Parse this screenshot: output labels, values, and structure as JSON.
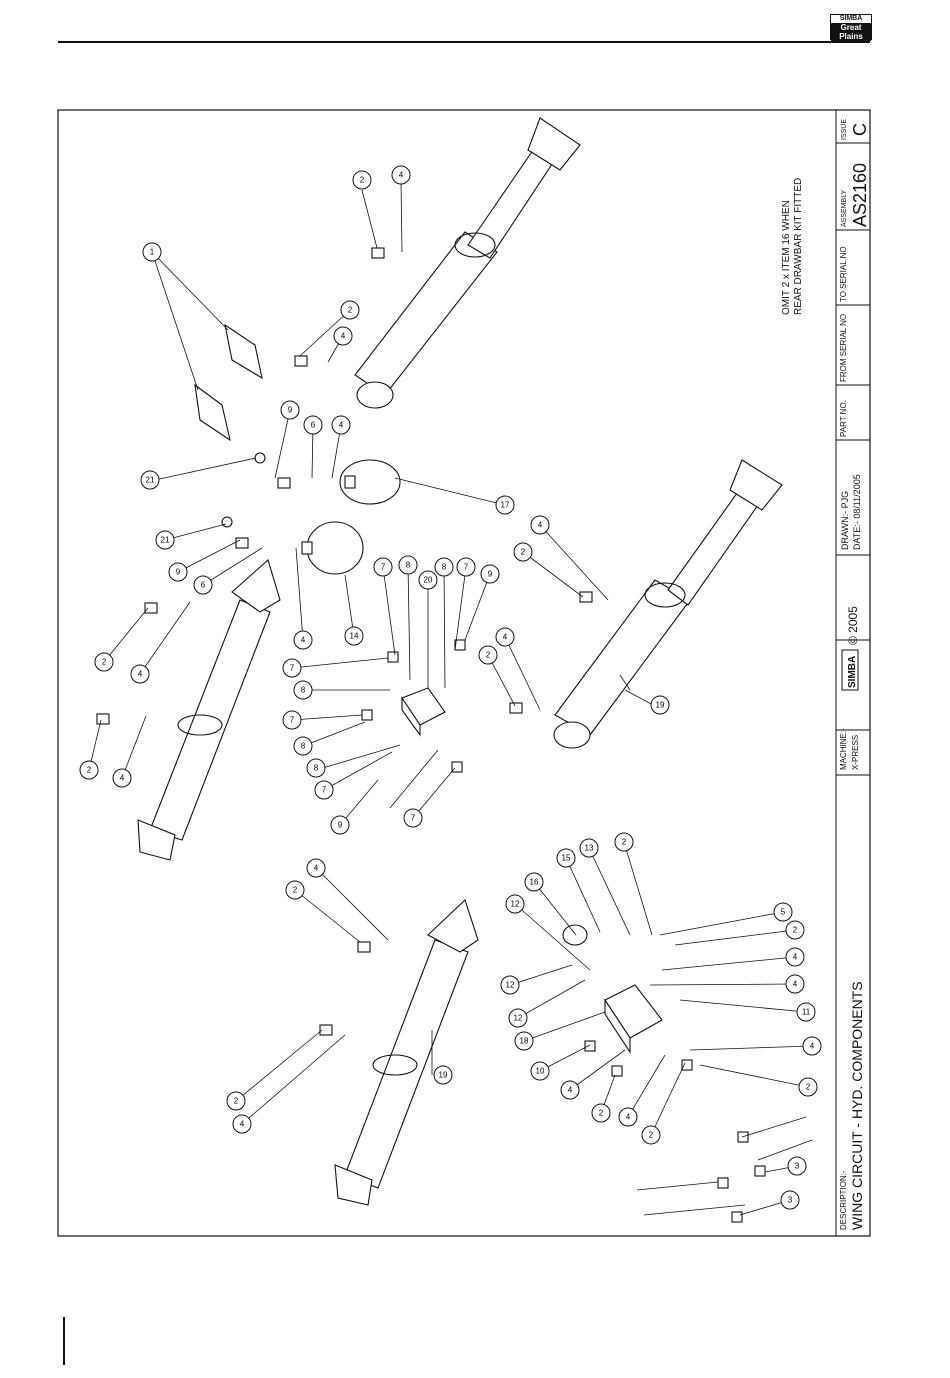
{
  "header": {
    "logo_top": "SIMBA",
    "logo_sub": "Great Plains"
  },
  "title_block": {
    "description_label": "DESCRIPTION:-",
    "description": "WING CIRCUIT - HYD. COMPONENTS",
    "machine_label": "MACHINE:-",
    "machine": "X-PRESS",
    "logo": "SIMBA",
    "copyright": "© 2005",
    "drawn": "DRAWN:- PJG",
    "date": "DATE:- 08/11/2005",
    "part_no_label": "PART NO.",
    "from_serial_label": "FROM SERIAL NO",
    "to_serial_label": "TO SERIAL NO",
    "assembly_label": "ASSEMBLY",
    "assembly": "AS2160",
    "issue_label": "ISSUE",
    "issue": "C"
  },
  "note": {
    "line1": "OMIT 2 x ITEM 16 WHEN",
    "line2": "REAR DRAWBAR KIT FITTED"
  },
  "callouts": [
    "1",
    "2",
    "2",
    "2",
    "2",
    "2",
    "2",
    "2",
    "2",
    "2",
    "2",
    "2",
    "2",
    "2",
    "3",
    "3",
    "4",
    "4",
    "4",
    "4",
    "4",
    "4",
    "4",
    "4",
    "4",
    "4",
    "4",
    "4",
    "4",
    "4",
    "4",
    "5",
    "6",
    "6",
    "7",
    "7",
    "7",
    "7",
    "7",
    "7",
    "8",
    "8",
    "8",
    "8",
    "8",
    "9",
    "9",
    "9",
    "9",
    "10",
    "11",
    "12",
    "12",
    "12",
    "13",
    "14",
    "15",
    "16",
    "17",
    "18",
    "19",
    "19",
    "20",
    "21",
    "21"
  ]
}
